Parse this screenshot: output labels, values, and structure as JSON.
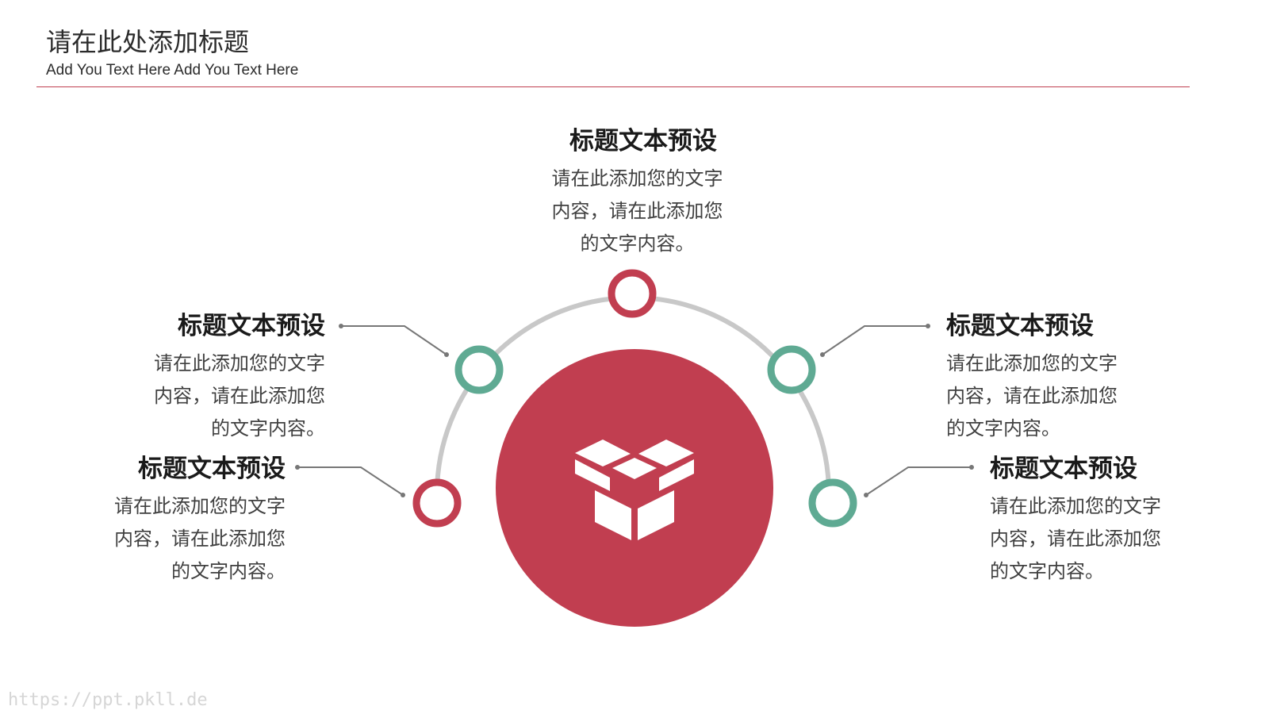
{
  "header": {
    "title": "请在此处添加标题",
    "subtitle": "Add You Text Here Add You Text Here"
  },
  "colors": {
    "accent_red": "#c13e50",
    "accent_green": "#5faa93",
    "arc_gray": "#c8c8c8",
    "connector_gray": "#777777",
    "rule_red": "#c04050"
  },
  "center": {
    "icon": "open-box-icon"
  },
  "nodes": [
    {
      "id": "left-lower",
      "color": "red"
    },
    {
      "id": "left-upper",
      "color": "green"
    },
    {
      "id": "top",
      "color": "red"
    },
    {
      "id": "right-upper",
      "color": "green"
    },
    {
      "id": "right-lower",
      "color": "green"
    }
  ],
  "items": {
    "top": {
      "title": "标题文本预设",
      "line1": "请在此添加您的文字",
      "line2": "内容，请在此添加您",
      "line3": "的文字内容。"
    },
    "left_upper": {
      "title": "标题文本预设",
      "line1": "请在此添加您的文字",
      "line2": "内容，请在此添加您",
      "line3": "的文字内容。"
    },
    "left_lower": {
      "title": "标题文本预设",
      "line1": "请在此添加您的文字",
      "line2": "内容，请在此添加您",
      "line3": "的文字内容。"
    },
    "right_upper": {
      "title": "标题文本预设",
      "line1": "请在此添加您的文字",
      "line2": "内容，请在此添加您",
      "line3": "的文字内容。"
    },
    "right_lower": {
      "title": "标题文本预设",
      "line1": "请在此添加您的文字",
      "line2": "内容，请在此添加您",
      "line3": "的文字内容。"
    }
  },
  "watermark": "https://ppt.pkll.de"
}
